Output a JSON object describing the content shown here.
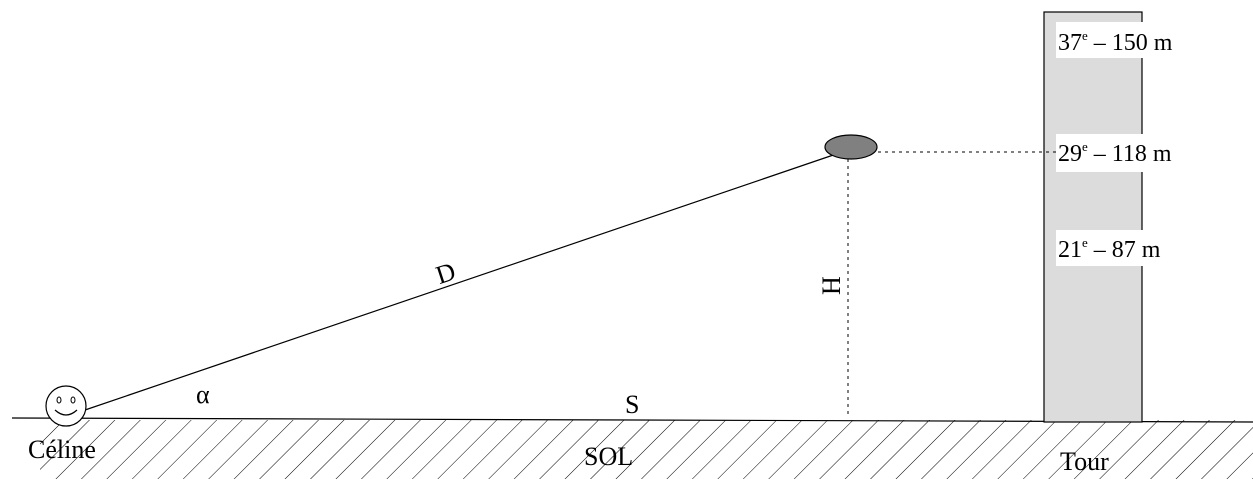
{
  "labels": {
    "person": "Céline",
    "ground": "SOL",
    "tower": "Tour",
    "distance": "D",
    "height": "H",
    "ground_distance": "S",
    "angle": "α"
  },
  "floors": [
    {
      "num": "37",
      "sup": "e",
      "rest": " – 150 m"
    },
    {
      "num": "29",
      "sup": "e",
      "rest": " – 118 m"
    },
    {
      "num": "21",
      "sup": "e",
      "rest": " – 87 m"
    }
  ],
  "colors": {
    "tower_fill": "#dcdcdc",
    "object_fill": "#808080",
    "line": "#000000"
  }
}
